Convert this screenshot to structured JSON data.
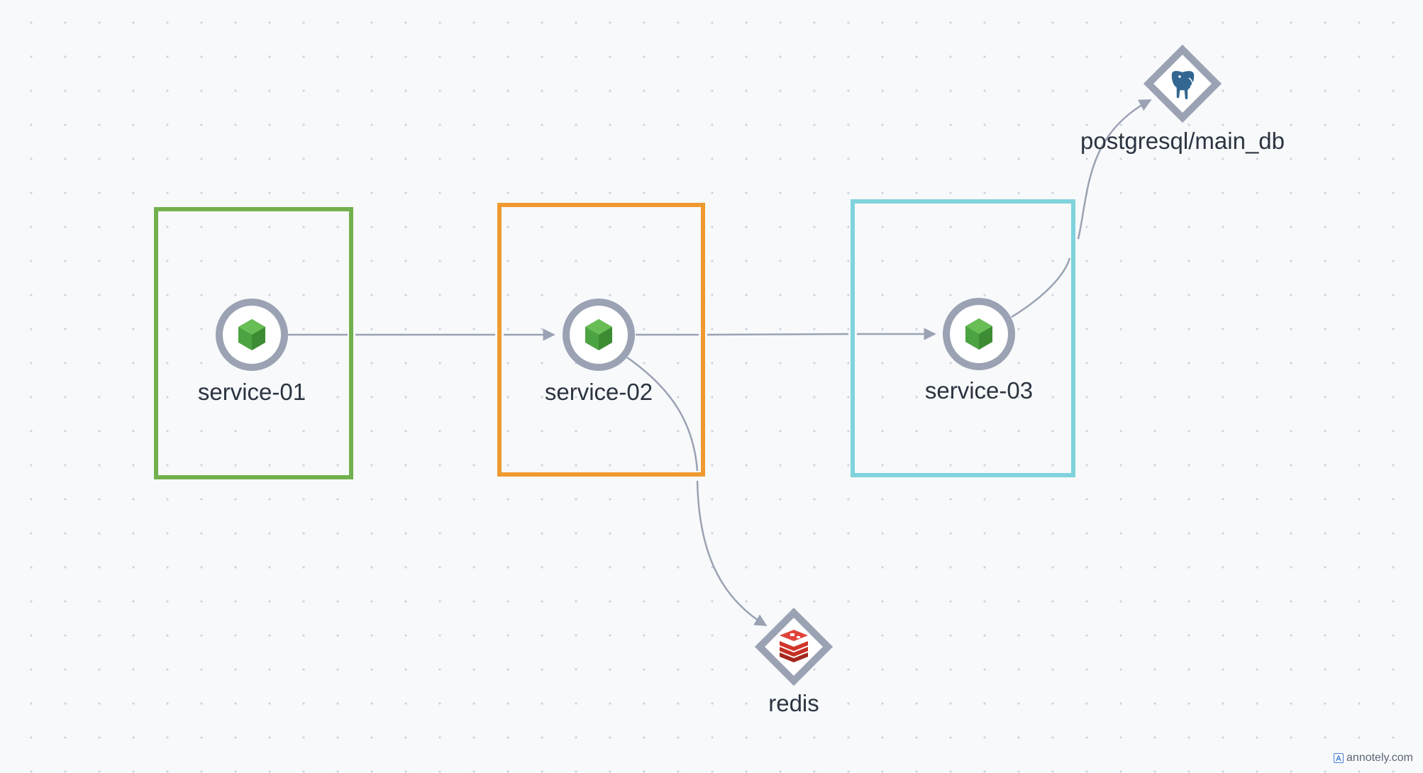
{
  "diagram": {
    "groups": [
      {
        "id": "group-service-01",
        "color": "#72b04d"
      },
      {
        "id": "group-service-02",
        "color": "#ef9a30"
      },
      {
        "id": "group-service-03",
        "color": "#7fd3dc"
      }
    ],
    "nodes": [
      {
        "id": "service-01",
        "label": "service-01",
        "shape": "circle",
        "icon": "nodejs-hexagon-icon",
        "icon_color": "#4ca341"
      },
      {
        "id": "service-02",
        "label": "service-02",
        "shape": "circle",
        "icon": "nodejs-hexagon-icon",
        "icon_color": "#4ca341"
      },
      {
        "id": "service-03",
        "label": "service-03",
        "shape": "circle",
        "icon": "nodejs-hexagon-icon",
        "icon_color": "#4ca341"
      },
      {
        "id": "redis",
        "label": "redis",
        "shape": "diamond",
        "icon": "redis-icon",
        "icon_color": "#d0352a"
      },
      {
        "id": "postgresql",
        "label": "postgresql/main_db",
        "shape": "diamond",
        "icon": "postgresql-elephant-icon",
        "icon_color": "#336791"
      }
    ],
    "edges": [
      {
        "from": "service-01",
        "to": "service-02"
      },
      {
        "from": "service-02",
        "to": "service-03"
      },
      {
        "from": "service-02",
        "to": "redis"
      },
      {
        "from": "service-03",
        "to": "postgresql"
      }
    ],
    "node_ring_color": "#9aa2b3",
    "edge_color": "#9aa2b3"
  },
  "watermark": {
    "text": "annotely.com"
  }
}
